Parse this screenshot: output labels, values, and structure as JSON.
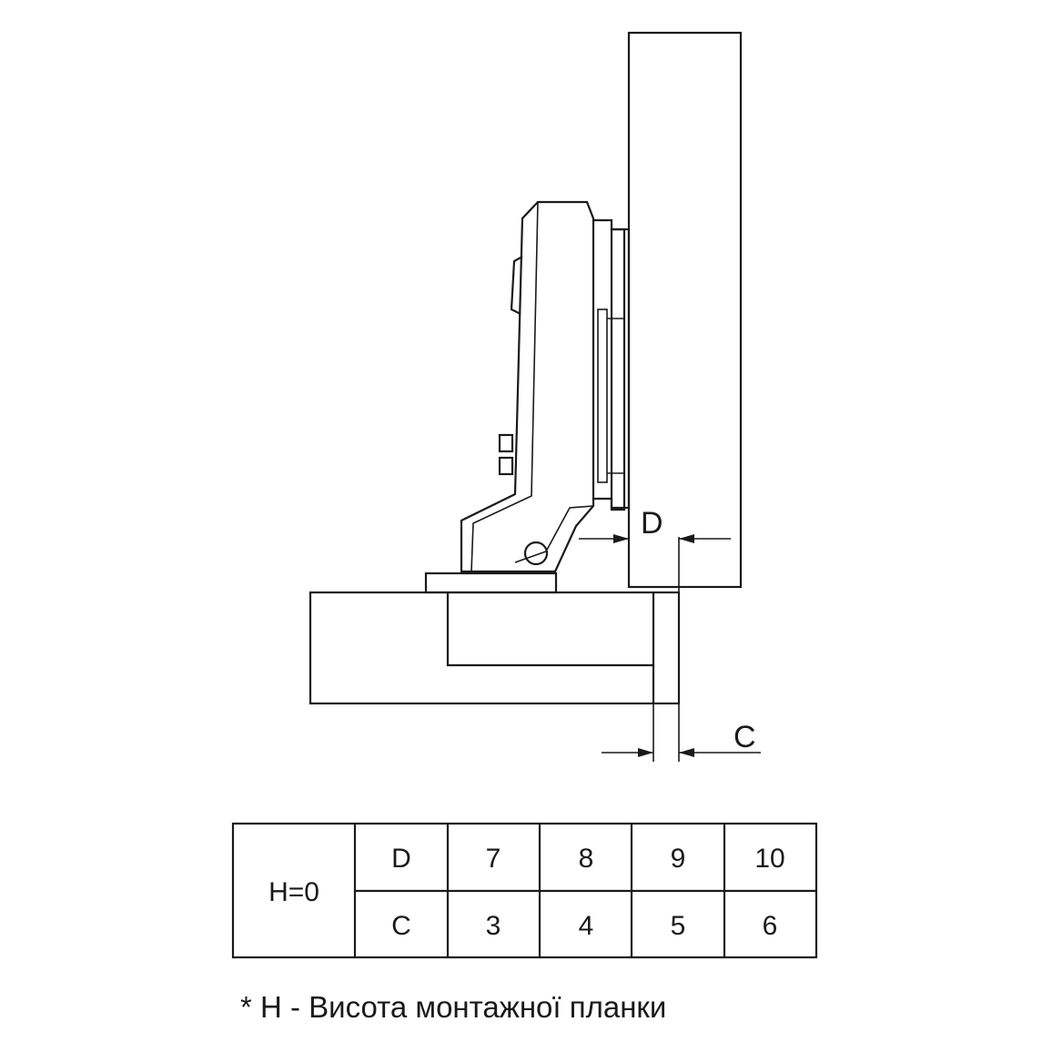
{
  "dimensions": {
    "d_label": "D",
    "c_label": "C"
  },
  "table": {
    "row_header": "H=0",
    "rows": [
      {
        "label": "D",
        "values": [
          "7",
          "8",
          "9",
          "10"
        ]
      },
      {
        "label": "C",
        "values": [
          "3",
          "4",
          "5",
          "6"
        ]
      }
    ]
  },
  "footnote": "* H - Висота монтажної планки"
}
